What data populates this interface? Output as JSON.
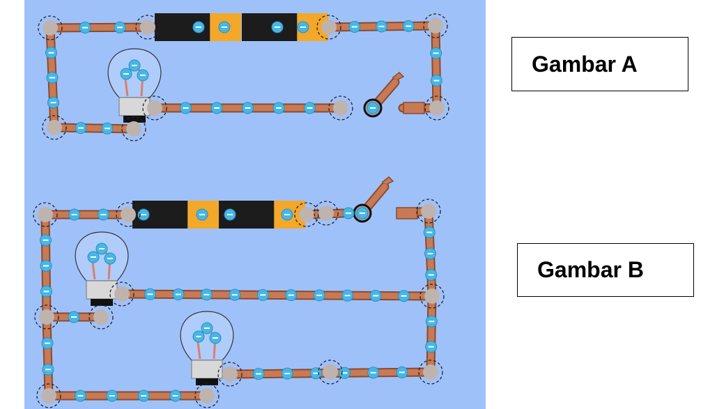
{
  "labels": {
    "a": "Gambar A",
    "b": "Gambar B"
  },
  "colors": {
    "canvas": "#9fc1fa",
    "wire": "#c77a55",
    "wire_edge": "#8a4a2d",
    "junction": "#bfb3ad",
    "electron": "#46b7e6",
    "battery_body": "#1c1c1c",
    "battery_cap": "#f3a829"
  },
  "circuits": [
    {
      "name": "Gambar A",
      "connection": "series",
      "batteries": 2,
      "bulbs": 1,
      "switch": "open",
      "electron_charge_symbol": "-"
    },
    {
      "name": "Gambar B",
      "connection": "parallel",
      "batteries": 2,
      "bulbs": 2,
      "switch": "open",
      "electron_charge_symbol": "-"
    }
  ]
}
